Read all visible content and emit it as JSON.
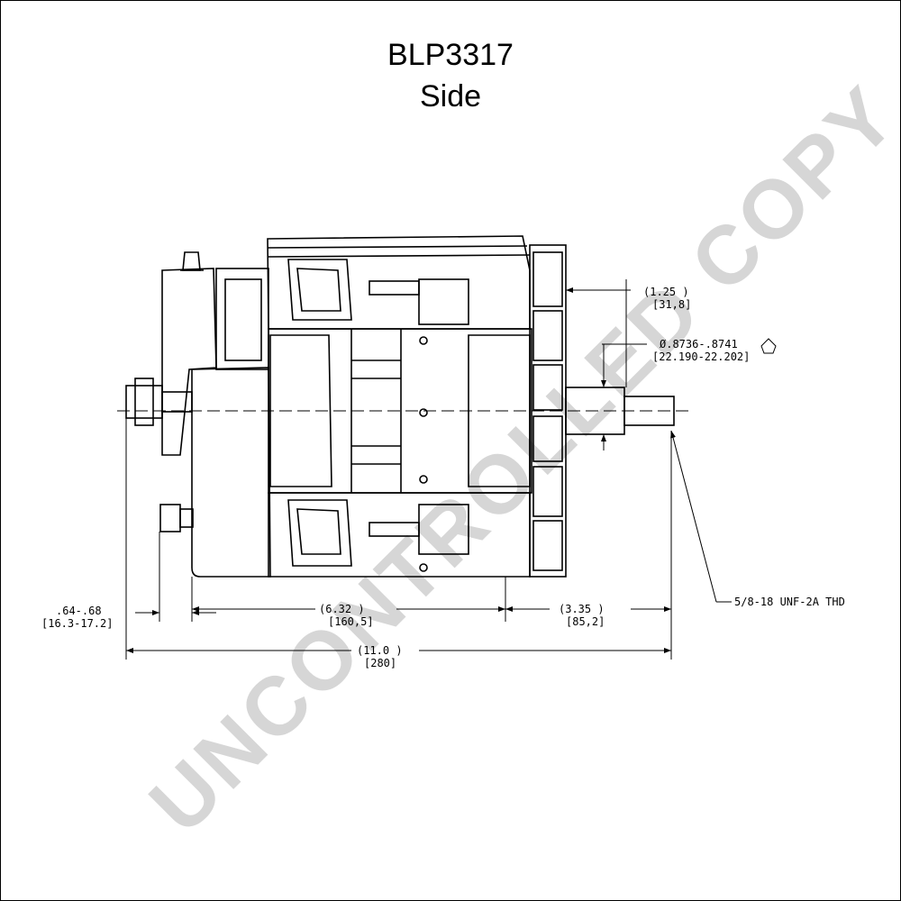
{
  "title": "BLP3317",
  "subtitle": "Side",
  "watermark": "UNCONTROLLED COPY",
  "dimensions": {
    "top_right_in": "(1.25   )",
    "top_right_mm": "[31,8]",
    "shaft_dia_in": "Ø.8736-.8741",
    "shaft_dia_mm": "[22.190-22.202]",
    "thread": "5/8-18 UNF-2A THD",
    "terminal_in": ".64-.68",
    "terminal_mm": "[16.3-17.2]",
    "body_in": "(6.32    )",
    "body_mm": "[160,5]",
    "shaft_in": "(3.35   )",
    "shaft_mm": "[85,2]",
    "overall_in": "(11.0 )",
    "overall_mm": "[280]"
  },
  "colors": {
    "line": "#000000",
    "watermark": "#d6d6d6"
  }
}
